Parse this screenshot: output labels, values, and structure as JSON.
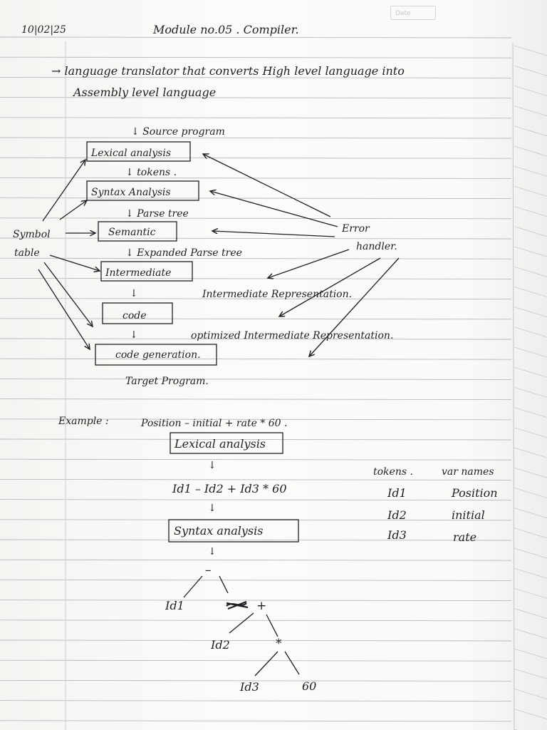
{
  "header": {
    "date": "10|02|25",
    "title": "Module no.05 . Compiler.",
    "date_stamp": "Date"
  },
  "intro": {
    "line1": "→ language translator that converts High level language into",
    "line2": "Assembly level language"
  },
  "phases": {
    "source_label": "↓ Source program",
    "boxes": [
      "Lexical analysis",
      "Syntax Analysis",
      "Semantic",
      "Intermediate",
      "code",
      "code generation."
    ],
    "arrows": [
      "↓ tokens .",
      "↓ Parse tree",
      "↓ Expanded Parse tree",
      "↓",
      "↓"
    ],
    "intermediate_repr": "Intermediate Representation.",
    "optimized_repr": "optimized Intermediate Representation.",
    "target": "Target Program.",
    "symbol_table": [
      "Symbol",
      "table"
    ],
    "error_handler": [
      "Error",
      "handler."
    ]
  },
  "example": {
    "label": "Example :",
    "expression": "Position – initial + rate * 60 .",
    "lexical_box": "Lexical analysis",
    "token_stream": "Id1 – Id2 + Id3 * 60",
    "syntax_box": "Syntax analysis",
    "table_headers": [
      "tokens .",
      "var names"
    ],
    "table_rows": [
      [
        "Id1",
        "Position"
      ],
      [
        "Id2",
        "initial"
      ],
      [
        "Id3",
        "rate"
      ]
    ],
    "tree": {
      "root": "–",
      "id1": "Id1",
      "plus": "+",
      "id2": "Id2",
      "star": "*",
      "id3": "Id3",
      "sixty": "60"
    }
  }
}
